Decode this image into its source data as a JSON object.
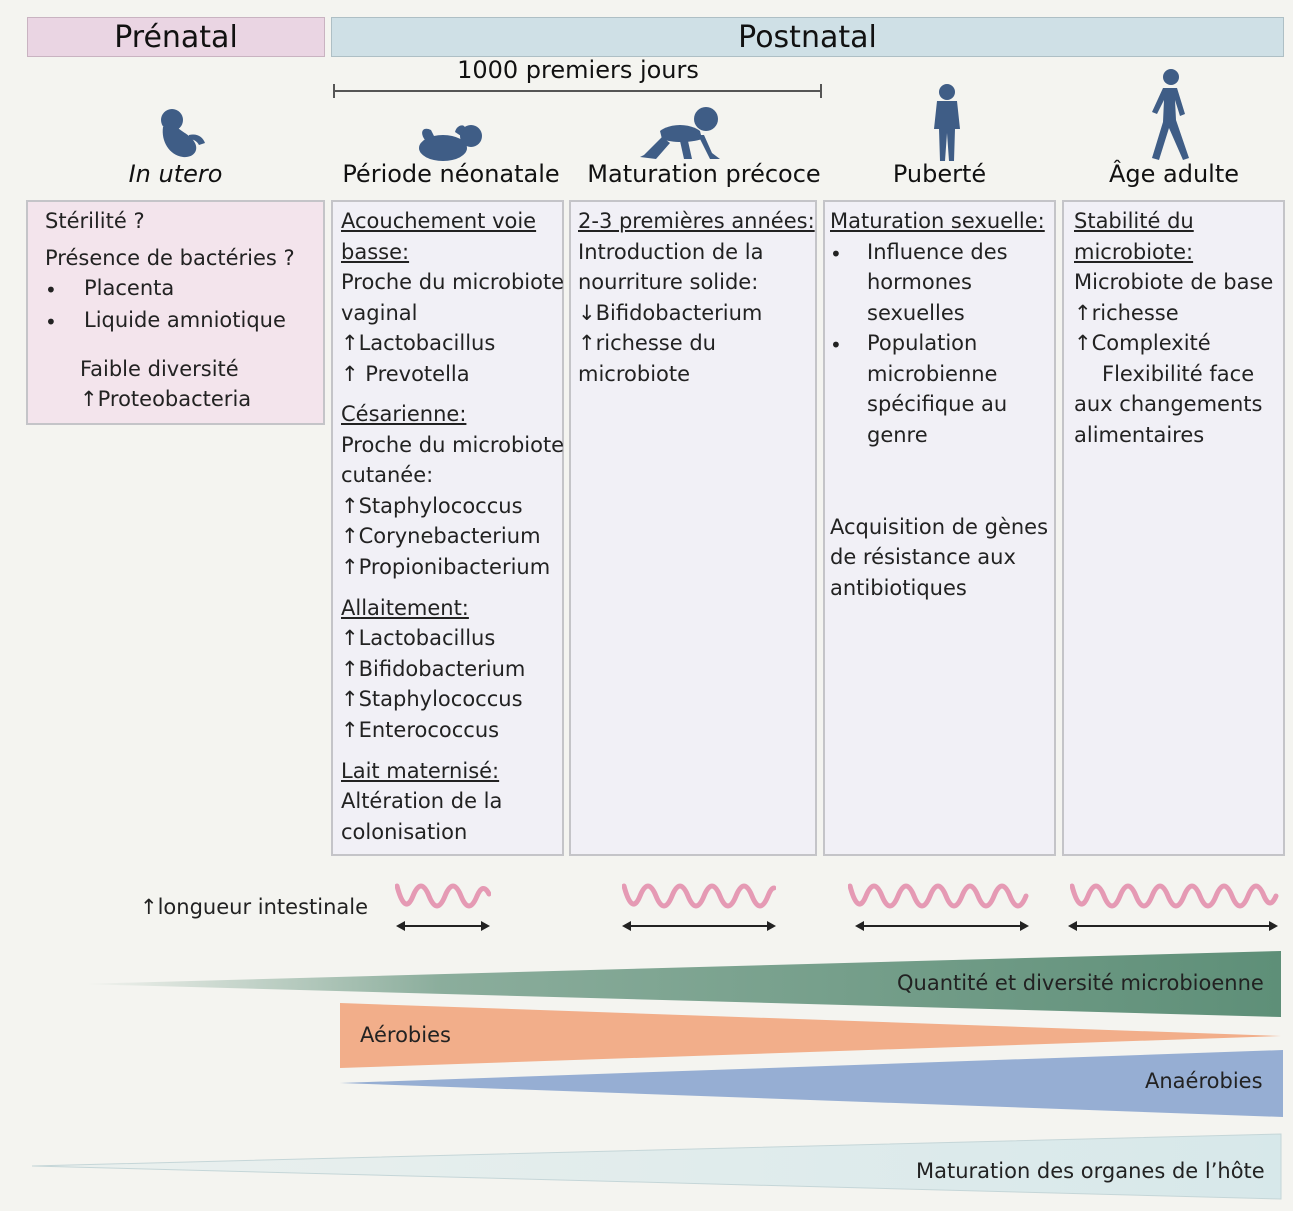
{
  "header": {
    "prenatal": "Prénatal",
    "postnatal": "Postnatal"
  },
  "window_label": "1000 premiers jours",
  "phases": {
    "in_utero": "In utero",
    "neonatal": "Période néonatale",
    "early": "Maturation précoce",
    "puberty": "Puberté",
    "adult": "Âge adulte"
  },
  "in_utero": {
    "line1": "Stérilité ?",
    "line2": "Présence de bactéries ?",
    "bullets": [
      "Placenta",
      "Liquide amniotique"
    ],
    "line3": "Faible diversité",
    "line4": "↑Proteobacteria"
  },
  "neonatal": {
    "h1a": "Acouchement voie",
    "h1b": "basse:",
    "l1": "Proche du microbiote",
    "l2": "vaginal",
    "l3": "↑Lactobacillus",
    "l4": "↑ Prevotella",
    "h2": "Césarienne:",
    "l5": "Proche du microbiote",
    "l6": "cutanée:",
    "l7": "↑Staphylococcus",
    "l8": "↑Corynebacterium",
    "l9": "↑Propionibacterium",
    "h3": "Allaitement:",
    "l10": "↑Lactobacillus",
    "l11": "↑Bifidobacterium",
    "l12": "↑Staphylococcus",
    "l13": "↑Enterococcus",
    "h4": "Lait maternisé:",
    "l14": "Altération de la",
    "l15": "colonisation"
  },
  "early": {
    "h1": "2-3 premières années:",
    "l1": "Introduction de la",
    "l2": "nourriture solide:",
    "l3": "↓Bifidobacterium",
    "l4": "↑richesse du",
    "l5": "microbiote"
  },
  "puberty": {
    "h1": "Maturation sexuelle:",
    "b1a": "Influence des",
    "b1b": "hormones",
    "b1c": "sexuelles",
    "b2a": "Population",
    "b2b": "microbienne",
    "b2c": "spécifique au",
    "b2d": "genre",
    "l1": "Acquisition de gènes",
    "l2": "de résistance aux",
    "l3": "antibiotiques"
  },
  "adult": {
    "h1a": "Stabilité du",
    "h1b": "microbiote:",
    "l1": "Microbiote de base",
    "l2": "↑richesse",
    "l3": "↑Complexité",
    "l4": "Flexibilité face",
    "l5": "aux changements",
    "l6": "alimentaires"
  },
  "gut_length": "↑longueur intestinale",
  "gradients": {
    "quantity": "Quantité et diversité microbioenne",
    "aerobes": "Aérobies",
    "anaerobes": "Anaérobies",
    "host": "Maturation des organes de l’hôte"
  },
  "colors": {
    "prenatal_header": "#ead5e3",
    "postnatal_header": "#cfe0e6",
    "silhouette": "#3f5d86",
    "wave": "#e59ab4",
    "quantity": "#5e8f78",
    "aerobes": "#f2a67e",
    "anaerobes": "#8ca6cf",
    "host": "#d7e8ea"
  }
}
